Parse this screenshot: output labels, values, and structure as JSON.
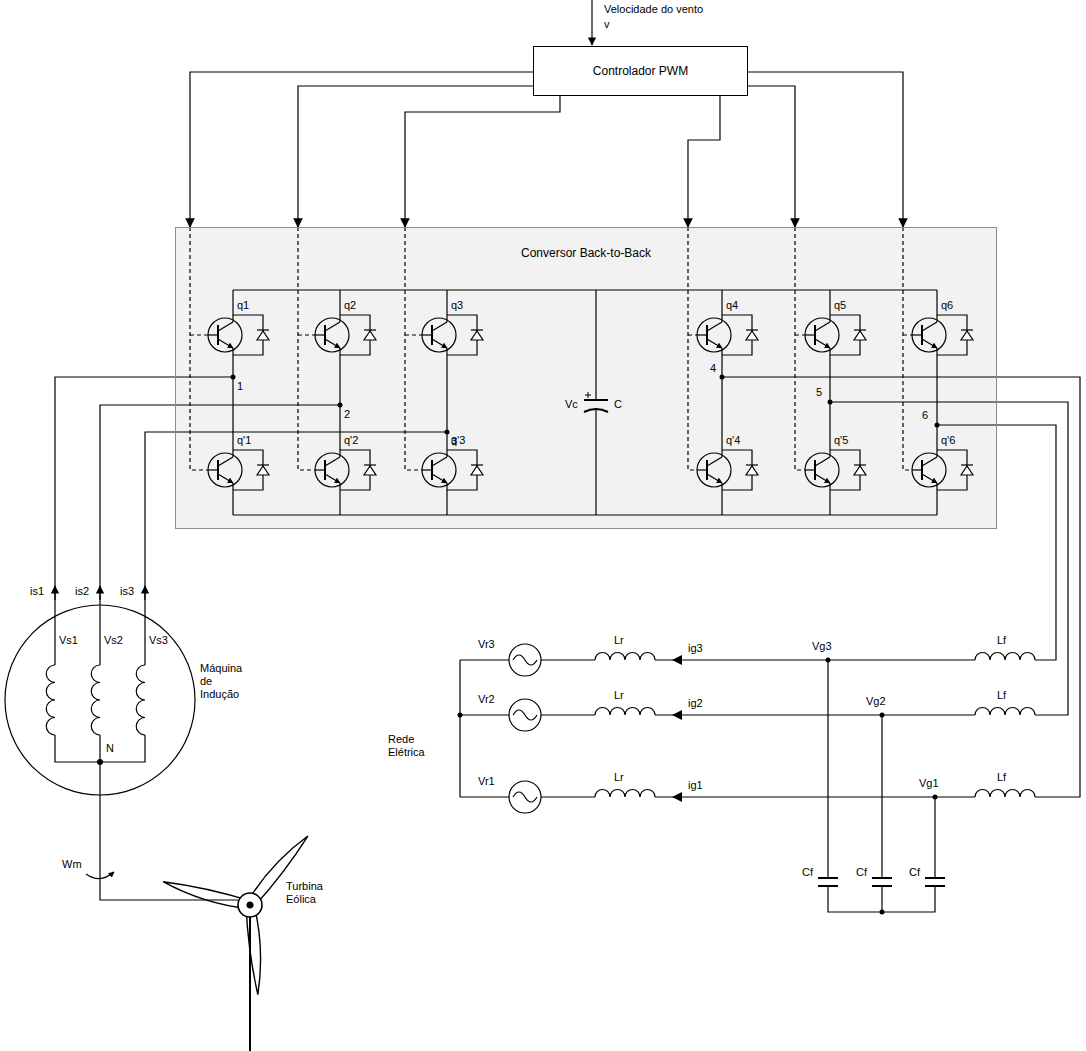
{
  "diagram": {
    "nodes": [
      {
        "text": [
          "Controlador PWM"
        ]
      },
      {
        "text": [
          "Conversor Back-to-Back"
        ]
      }
    ],
    "edges": [
      {
        "from": 0,
        "to": 1,
        "arrow": "to"
      },
      {
        "from": 0,
        "to": 1,
        "arrow": "to"
      },
      {
        "from": 0,
        "to": 1,
        "arrow": "to"
      },
      {
        "from": 0,
        "to": 1,
        "arrow": "to"
      },
      {
        "from": 0,
        "to": 1,
        "arrow": "to"
      },
      {
        "from": 0,
        "to": 1,
        "arrow": "to"
      }
    ],
    "labels": [
      "Velocidade do vento",
      "v",
      "q1",
      "q2",
      "q3",
      "q4",
      "q5",
      "q6",
      "q'1",
      "q'2",
      "q'3",
      "q'4",
      "q'5",
      "q'6",
      "Vc",
      "C",
      "1",
      "2",
      "3",
      "4",
      "5",
      "6",
      "is1",
      "is2",
      "is3",
      "Vs1",
      "Vs2",
      "Vs3",
      "Máquina de Indução",
      "N",
      "Wm",
      "Turbina Eólica",
      "Rede Elétrica",
      "Vr3",
      "Lr",
      "ig3",
      "Vg3",
      "Lf",
      "Vr2",
      "Lr",
      "ig2",
      "Vg2",
      "Lf",
      "Vr1",
      "Lr",
      "ig1",
      "Vg1",
      "Lf",
      "Cf",
      "Cf",
      "Cf"
    ]
  }
}
